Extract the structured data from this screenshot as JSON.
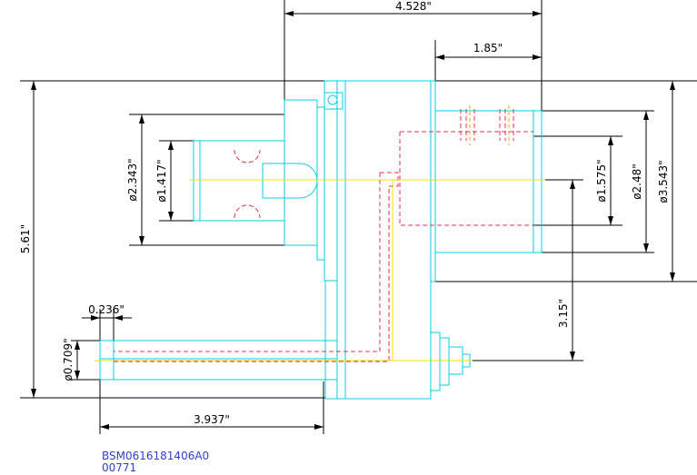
{
  "dimensions": {
    "overall_width": "4.528\"",
    "flange_offset": "1.85\"",
    "overall_height": "5.61\"",
    "left_outer_dia": "ø2.343\"",
    "left_inner_dia": "ø1.417\"",
    "right_inner_dia": "ø1.575\"",
    "right_mid_dia": "ø2.48\"",
    "right_outer_dia": "ø3.543\"",
    "shaft_offset": "3.15\"",
    "tube_wall": "0.236\"",
    "tube_dia": "ø0.709\"",
    "tube_length": "3.937\""
  },
  "part_code": {
    "line1": "BSM0616181406A0",
    "line2": "00771"
  },
  "colors": {
    "outline": "#00d0e0",
    "dimension": "#000000",
    "hidden": "#e83050",
    "centerline": "#f0e000",
    "code": "#2f3fd6"
  }
}
